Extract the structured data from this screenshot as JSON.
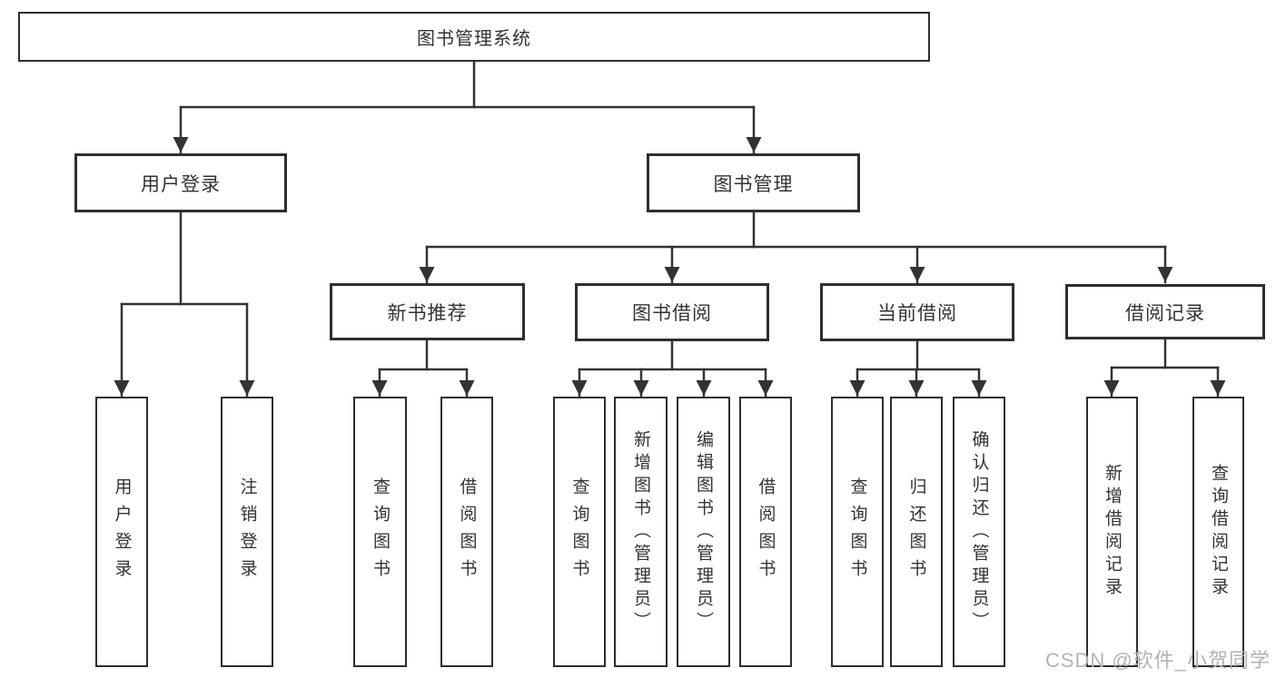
{
  "diagram": {
    "root": {
      "label": "图书管理系统"
    },
    "user_login": {
      "label": "用户登录",
      "children": [
        {
          "label": "用户登录"
        },
        {
          "label": "注销登录"
        }
      ]
    },
    "book_mgmt": {
      "label": "图书管理"
    },
    "new_book": {
      "label": "新书推荐",
      "children": [
        {
          "label": "查询图书"
        },
        {
          "label": "借阅图书"
        }
      ]
    },
    "borrow": {
      "label": "图书借阅",
      "children": [
        {
          "label": "查询图书"
        },
        {
          "label": "新增图书（管理员）"
        },
        {
          "label": "编辑图书（管理员）"
        },
        {
          "label": "借阅图书"
        }
      ]
    },
    "current": {
      "label": "当前借阅",
      "children": [
        {
          "label": "查询图书"
        },
        {
          "label": "归还图书"
        },
        {
          "label": "确认归还（管理员）"
        }
      ]
    },
    "records": {
      "label": "借阅记录",
      "children": [
        {
          "label": "新增借阅记录"
        },
        {
          "label": "查询借阅记录"
        }
      ]
    }
  },
  "watermark": {
    "text": "CSDN @软件_小贺同学"
  },
  "colors": {
    "line": "#333333",
    "box_border": "#2e2e2e",
    "text": "#333333",
    "watermark": "#b3b3b3",
    "background": "#ffffff"
  }
}
